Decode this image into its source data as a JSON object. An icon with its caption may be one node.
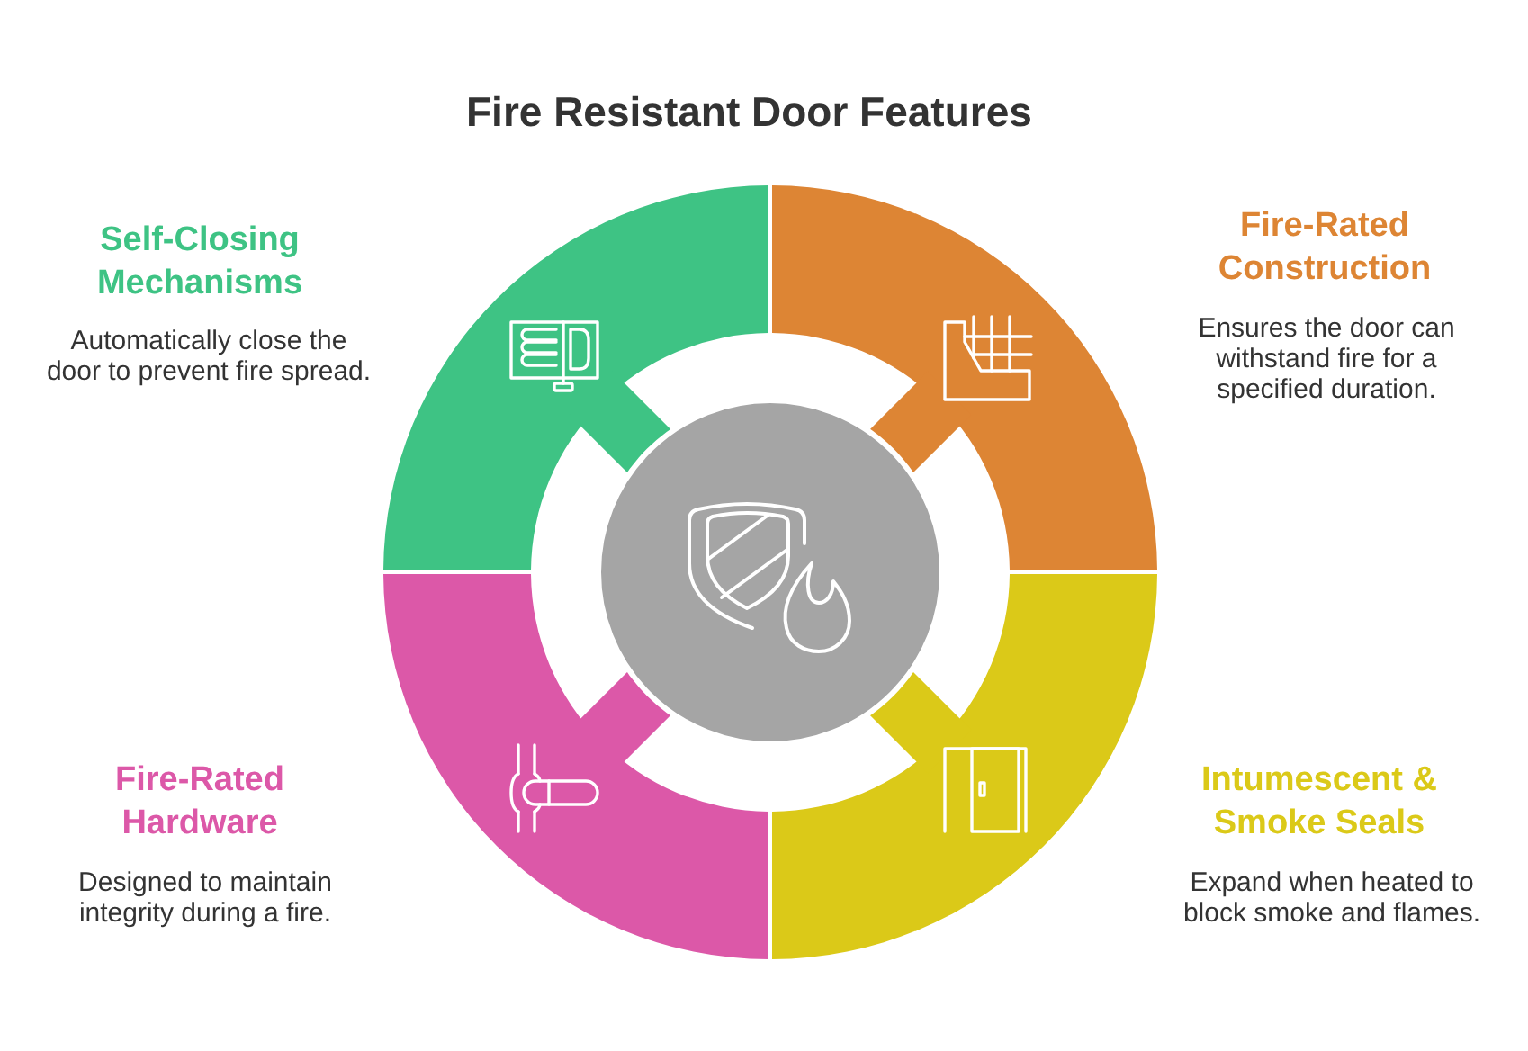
{
  "diagram": {
    "title": "Fire Resistant Door Features",
    "nodes": [
      {
        "text": [
          "Self-Closing Mechanisms",
          "Automatically close the door to prevent fire spread."
        ]
      },
      {
        "text": [
          "Fire-Rated Construction",
          "Ensures the door can withstand fire for a specified duration."
        ]
      },
      {
        "text": [
          "Fire-Rated Hardware",
          "Designed to maintain integrity during a fire."
        ]
      },
      {
        "text": [
          "Intumescent & Smoke Seals",
          "Expand when heated to block smoke and flames."
        ]
      },
      {
        "text": [],
        "shape": "circle"
      }
    ]
  }
}
